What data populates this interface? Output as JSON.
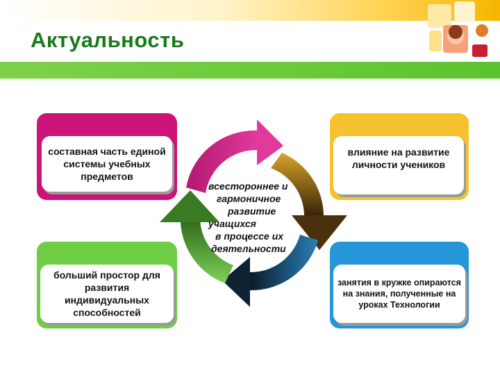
{
  "slide": {
    "title": "Актуальность"
  },
  "cards": {
    "top_left": "составная часть единой системы учебных предметов",
    "top_right": "влияние на развитие личности учеников",
    "bottom_left": "больший простор для развития индивидуальных способностей",
    "bottom_right": "занятия в кружке опираются на знания, полученные на уроках Технологии"
  },
  "center": {
    "line1": "всестороннее  и",
    "line2": "гармоничное",
    "line3": "развитие",
    "line4": "учащихся",
    "line5": "в процессе их",
    "line6": "деятельности"
  },
  "colors": {
    "title": "#1a7a1a",
    "magenta": "#cc1478",
    "yellow": "#f6c12e",
    "green": "#6fcc45",
    "blue": "#2596d8"
  }
}
